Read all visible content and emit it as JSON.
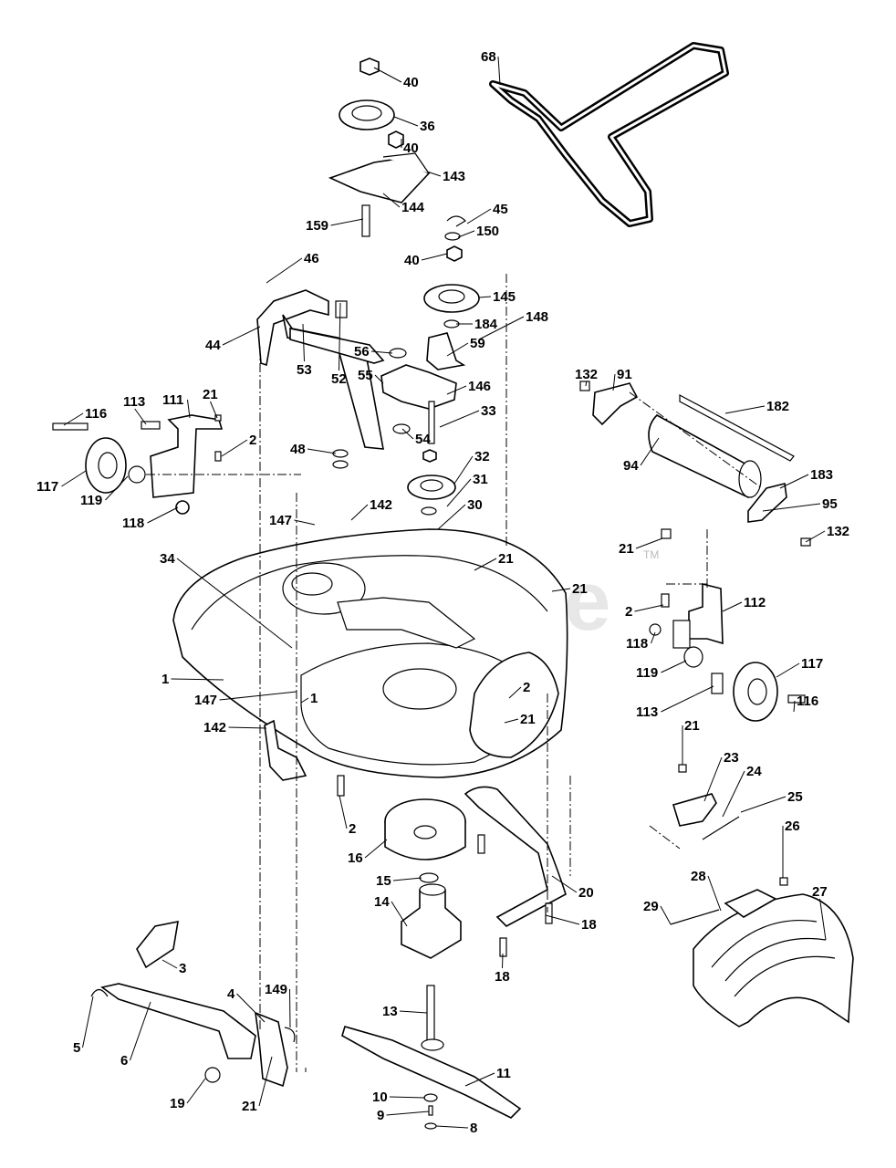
{
  "watermark": {
    "text": "PartsTree",
    "trademark": "TM"
  },
  "parts": [
    {
      "id": "p68",
      "label": "68"
    },
    {
      "id": "p40a",
      "label": "40"
    },
    {
      "id": "p36",
      "label": "36"
    },
    {
      "id": "p40b",
      "label": "40"
    },
    {
      "id": "p143",
      "label": "143"
    },
    {
      "id": "p144",
      "label": "144"
    },
    {
      "id": "p159",
      "label": "159"
    },
    {
      "id": "p45",
      "label": "45"
    },
    {
      "id": "p150",
      "label": "150"
    },
    {
      "id": "p40c",
      "label": "40"
    },
    {
      "id": "p46",
      "label": "46"
    },
    {
      "id": "p145",
      "label": "145"
    },
    {
      "id": "p184",
      "label": "184"
    },
    {
      "id": "p44",
      "label": "44"
    },
    {
      "id": "p56",
      "label": "56"
    },
    {
      "id": "p59",
      "label": "59"
    },
    {
      "id": "p148",
      "label": "148"
    },
    {
      "id": "p53",
      "label": "53"
    },
    {
      "id": "p52",
      "label": "52"
    },
    {
      "id": "p55",
      "label": "55"
    },
    {
      "id": "p146",
      "label": "146"
    },
    {
      "id": "p54",
      "label": "54"
    },
    {
      "id": "p33",
      "label": "33"
    },
    {
      "id": "p132a",
      "label": "132"
    },
    {
      "id": "p91",
      "label": "91"
    },
    {
      "id": "p182",
      "label": "182"
    },
    {
      "id": "p21a",
      "label": "21"
    },
    {
      "id": "p111",
      "label": "111"
    },
    {
      "id": "p113a",
      "label": "113"
    },
    {
      "id": "p116a",
      "label": "116"
    },
    {
      "id": "p2a",
      "label": "2"
    },
    {
      "id": "p48",
      "label": "48"
    },
    {
      "id": "p32",
      "label": "32"
    },
    {
      "id": "p94",
      "label": "94"
    },
    {
      "id": "p117a",
      "label": "117"
    },
    {
      "id": "p119a",
      "label": "119"
    },
    {
      "id": "p31",
      "label": "31"
    },
    {
      "id": "p183",
      "label": "183"
    },
    {
      "id": "p118a",
      "label": "118"
    },
    {
      "id": "p142a",
      "label": "142"
    },
    {
      "id": "p30",
      "label": "30"
    },
    {
      "id": "p95",
      "label": "95"
    },
    {
      "id": "p147a",
      "label": "147"
    },
    {
      "id": "p132b",
      "label": "132"
    },
    {
      "id": "p21b",
      "label": "21"
    },
    {
      "id": "p21c",
      "label": "21"
    },
    {
      "id": "p34",
      "label": "34"
    },
    {
      "id": "p21d",
      "label": "21"
    },
    {
      "id": "p112",
      "label": "112"
    },
    {
      "id": "p2b",
      "label": "2"
    },
    {
      "id": "p118b",
      "label": "118"
    },
    {
      "id": "p117b",
      "label": "117"
    },
    {
      "id": "p119b",
      "label": "119"
    },
    {
      "id": "p1a",
      "label": "1"
    },
    {
      "id": "p2c",
      "label": "2"
    },
    {
      "id": "p116b",
      "label": "116"
    },
    {
      "id": "p113b",
      "label": "113"
    },
    {
      "id": "p147b",
      "label": "147"
    },
    {
      "id": "p1b",
      "label": "1"
    },
    {
      "id": "p21e",
      "label": "21"
    },
    {
      "id": "p142b",
      "label": "142"
    },
    {
      "id": "p21f",
      "label": "21"
    },
    {
      "id": "p23",
      "label": "23"
    },
    {
      "id": "p24",
      "label": "24"
    },
    {
      "id": "p25",
      "label": "25"
    },
    {
      "id": "p2d",
      "label": "2"
    },
    {
      "id": "p16",
      "label": "16"
    },
    {
      "id": "p26",
      "label": "26"
    },
    {
      "id": "p15",
      "label": "15"
    },
    {
      "id": "p20",
      "label": "20"
    },
    {
      "id": "p28",
      "label": "28"
    },
    {
      "id": "p27",
      "label": "27"
    },
    {
      "id": "p29",
      "label": "29"
    },
    {
      "id": "p14",
      "label": "14"
    },
    {
      "id": "p18a",
      "label": "18"
    },
    {
      "id": "p3",
      "label": "3"
    },
    {
      "id": "p18b",
      "label": "18"
    },
    {
      "id": "p149",
      "label": "149"
    },
    {
      "id": "p4",
      "label": "4"
    },
    {
      "id": "p13",
      "label": "13"
    },
    {
      "id": "p5",
      "label": "5"
    },
    {
      "id": "p6",
      "label": "6"
    },
    {
      "id": "p11",
      "label": "11"
    },
    {
      "id": "p19",
      "label": "19"
    },
    {
      "id": "p21g",
      "label": "21"
    },
    {
      "id": "p10",
      "label": "10"
    },
    {
      "id": "p9",
      "label": "9"
    },
    {
      "id": "p8",
      "label": "8"
    }
  ]
}
